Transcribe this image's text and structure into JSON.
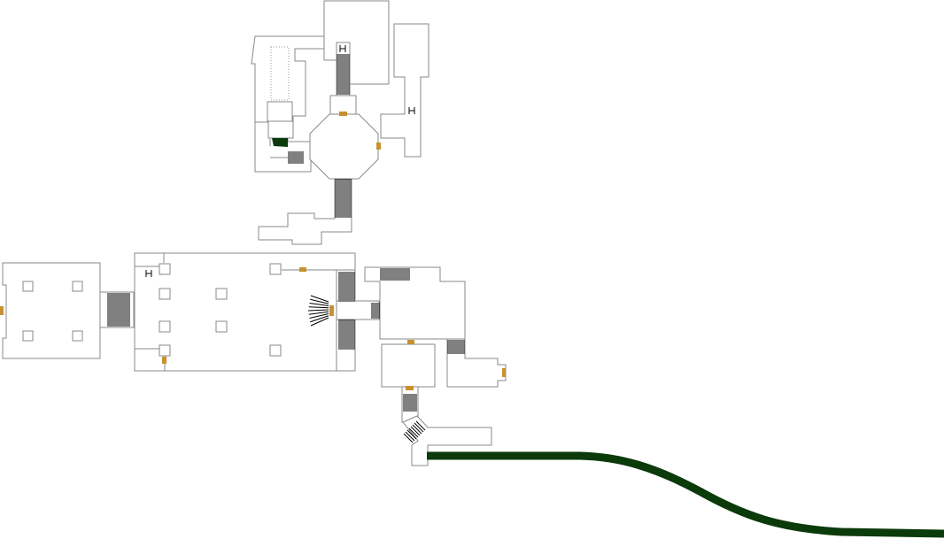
{
  "map": {
    "colors": {
      "background": "#ffffff",
      "wall": "#8a8a8a",
      "door": "#c8912f",
      "stairs": "#000000",
      "path": "#0b3a0b",
      "marker": "#0b3a0b"
    },
    "icons": [
      "door-icon",
      "stairs-icon",
      "ladder-icon",
      "route-path",
      "position-marker"
    ],
    "rooms_visible": 14
  }
}
